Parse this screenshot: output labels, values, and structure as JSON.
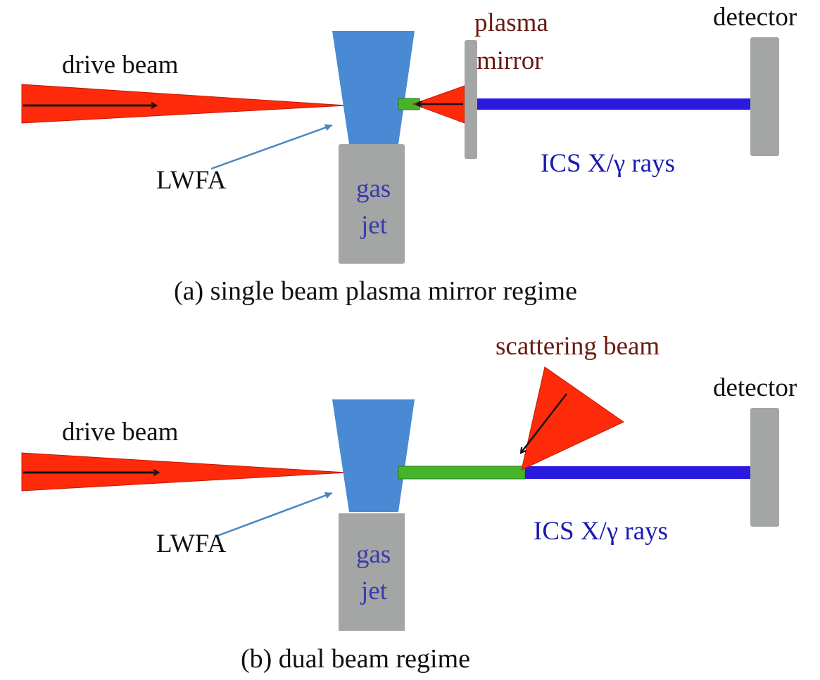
{
  "figure": {
    "colors": {
      "laser_red": "#ff2a0a",
      "nozzle_blue": "#4a8ad4",
      "gas_jet_gray": "#a3a6a5",
      "electron_green": "#46b42a",
      "xray_blue": "#2a1ae0",
      "arrow_blue": "#4a86c0",
      "label_brown": "#6b1a12",
      "label_blue": "#1a1ab0"
    },
    "panel_a": {
      "drive_beam_label": "drive beam",
      "lwfa_label": "LWFA",
      "gas_jet_label_line1": "gas",
      "gas_jet_label_line2": "jet",
      "plasma_mirror_label_line1": "plasma",
      "plasma_mirror_label_line2": "mirror",
      "detector_label": "detector",
      "rays_label": "ICS X/γ rays",
      "caption": "(a) single beam plasma mirror regime"
    },
    "panel_b": {
      "drive_beam_label": "drive beam",
      "lwfa_label": "LWFA",
      "gas_jet_label_line1": "gas",
      "gas_jet_label_line2": "jet",
      "scattering_beam_label": "scattering beam",
      "detector_label": "detector",
      "rays_label": "ICS X/γ  rays",
      "caption": "(b) dual beam regime"
    }
  }
}
